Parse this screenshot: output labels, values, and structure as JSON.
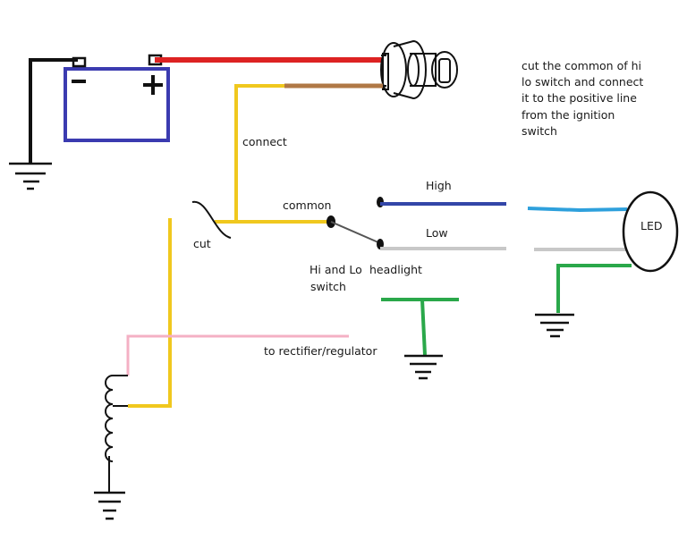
{
  "labels": {
    "connect": "connect",
    "common": "common",
    "cut": "cut",
    "switch_line1": "Hi and Lo",
    "switch_line2": "switch",
    "headlight": "headlight",
    "high": "High",
    "low": "Low",
    "led": "LED",
    "rectifier": "to rectifier/regulator",
    "battery_minus": "−",
    "battery_plus": "+"
  },
  "note": {
    "lines": [
      "cut the common of hi",
      "lo switch and connect",
      "it to the positive line",
      "from the ignition",
      "switch"
    ]
  },
  "colors": {
    "battery": "#3b3bb0",
    "positive_wire": "#dd2222",
    "brown_wire": "#b07845",
    "yellow_wire": "#f0c81e",
    "high_wire": "#3346a8",
    "low_wire": "#c8c8c8",
    "led_high_wire": "#2ea0dc",
    "ground_wire": "#2aa84a",
    "stator_wire": "#f4b0c4",
    "ground": "#111111"
  }
}
